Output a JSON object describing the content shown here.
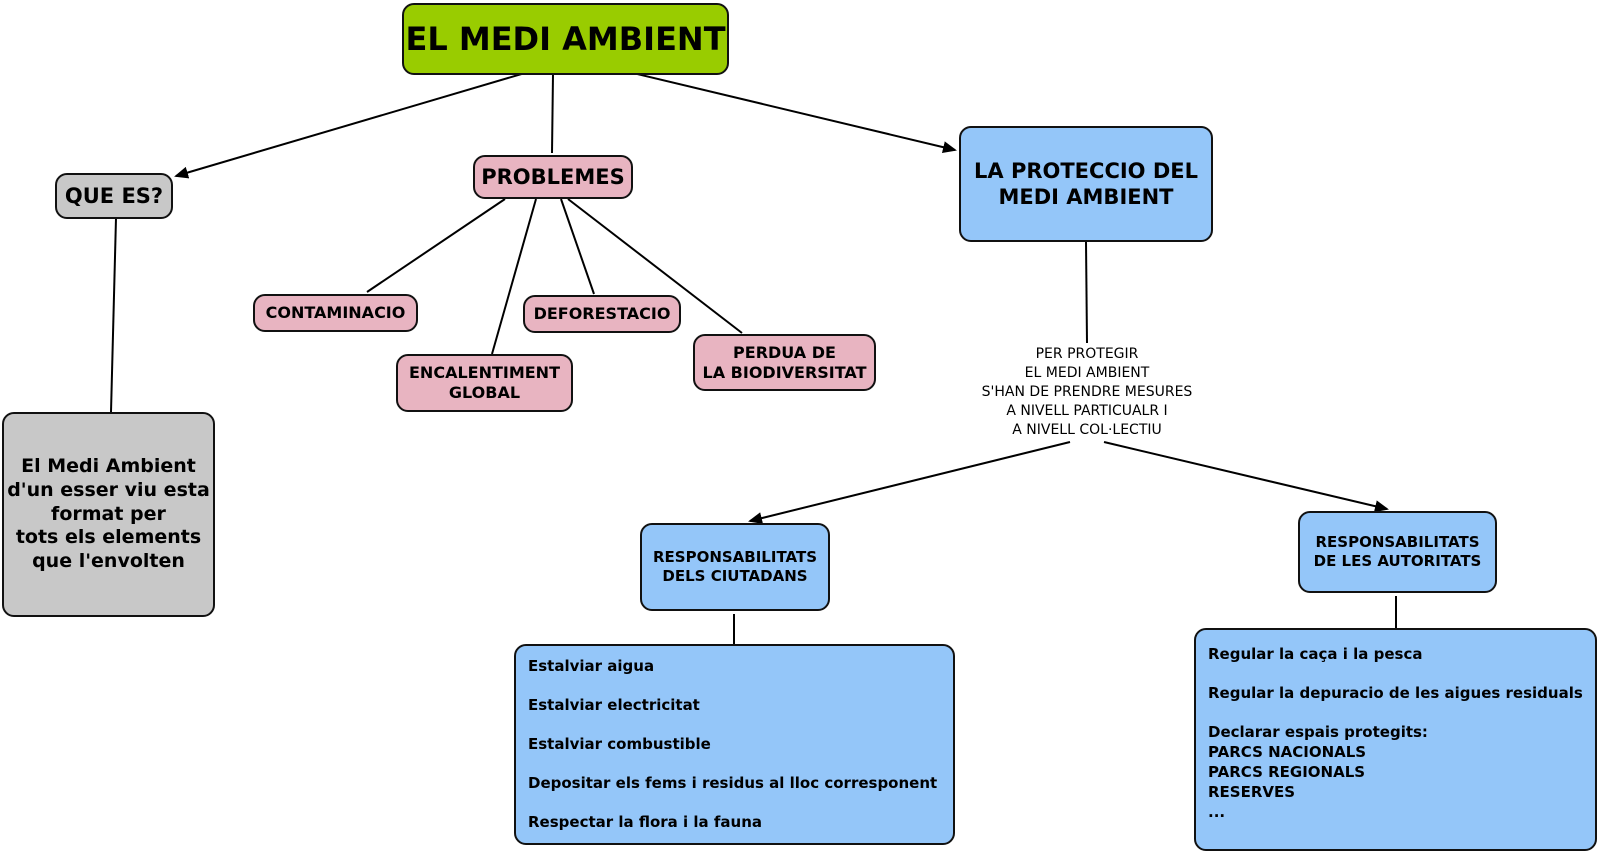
{
  "nodes": {
    "root": "EL MEDI AMBIENT",
    "que_es": "QUE ES?",
    "problemes": "PROBLEMES",
    "proteccio": "LA PROTECCIO DEL\nMEDI AMBIENT",
    "definicio": "El Medi Ambient\nd'un esser viu esta\nformat per\ntots els elements\nque l'envolten",
    "contaminacio": "CONTAMINACIO",
    "encalentiment": "ENCALENTIMENT\nGLOBAL",
    "deforestacio": "DEFORESTACIO",
    "biodiversitat": "PERDUA DE\nLA BIODIVERSITAT",
    "mesures": "PER PROTEGIR\nEL MEDI AMBIENT\nS'HAN DE PRENDRE MESURES\nA NIVELL PARTICUALR I\nA NIVELL COL·LECTIU",
    "ciutadans": "RESPONSABILITATS\nDELS CIUTADANS",
    "autoritats": "RESPONSABILITATS\nDE LES AUTORITATS"
  },
  "ciutadans_list": [
    "Estalviar aigua",
    "Estalviar electricitat",
    "Estalviar combustible",
    "Depositar els fems i residus al lloc corresponent",
    "Respectar la flora i la fauna"
  ],
  "autoritats_list": {
    "item1": "Regular la caça i la pesca",
    "item2": "Regular la depuracio de les aigues residuals",
    "item3": "Declarar espais protegits:",
    "sub1": "PARCS NACIONALS",
    "sub2": "PARCS REGIONALS",
    "sub3": "RESERVES",
    "sub4": "..."
  },
  "colors": {
    "root": "#99cc00",
    "que_es": "#c8c8c8",
    "problemes": "#e8b4c1",
    "proteccio": "#94c6f9"
  }
}
